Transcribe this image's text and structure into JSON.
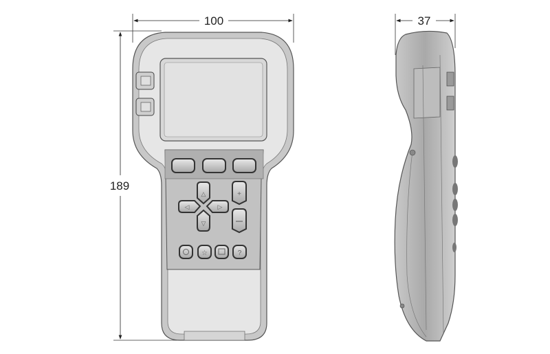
{
  "dimensions": {
    "width": "100",
    "height": "189",
    "depth": "37"
  },
  "colors": {
    "body": "#e4e4e4",
    "body_edge": "#c8c8c8",
    "outline": "#555555",
    "screen": "#d8d8d8",
    "keypad": "#b9b9b9",
    "key": "#cfcfcf",
    "key_border": "#3a3a3a",
    "side_body": "#b4b4b4"
  }
}
